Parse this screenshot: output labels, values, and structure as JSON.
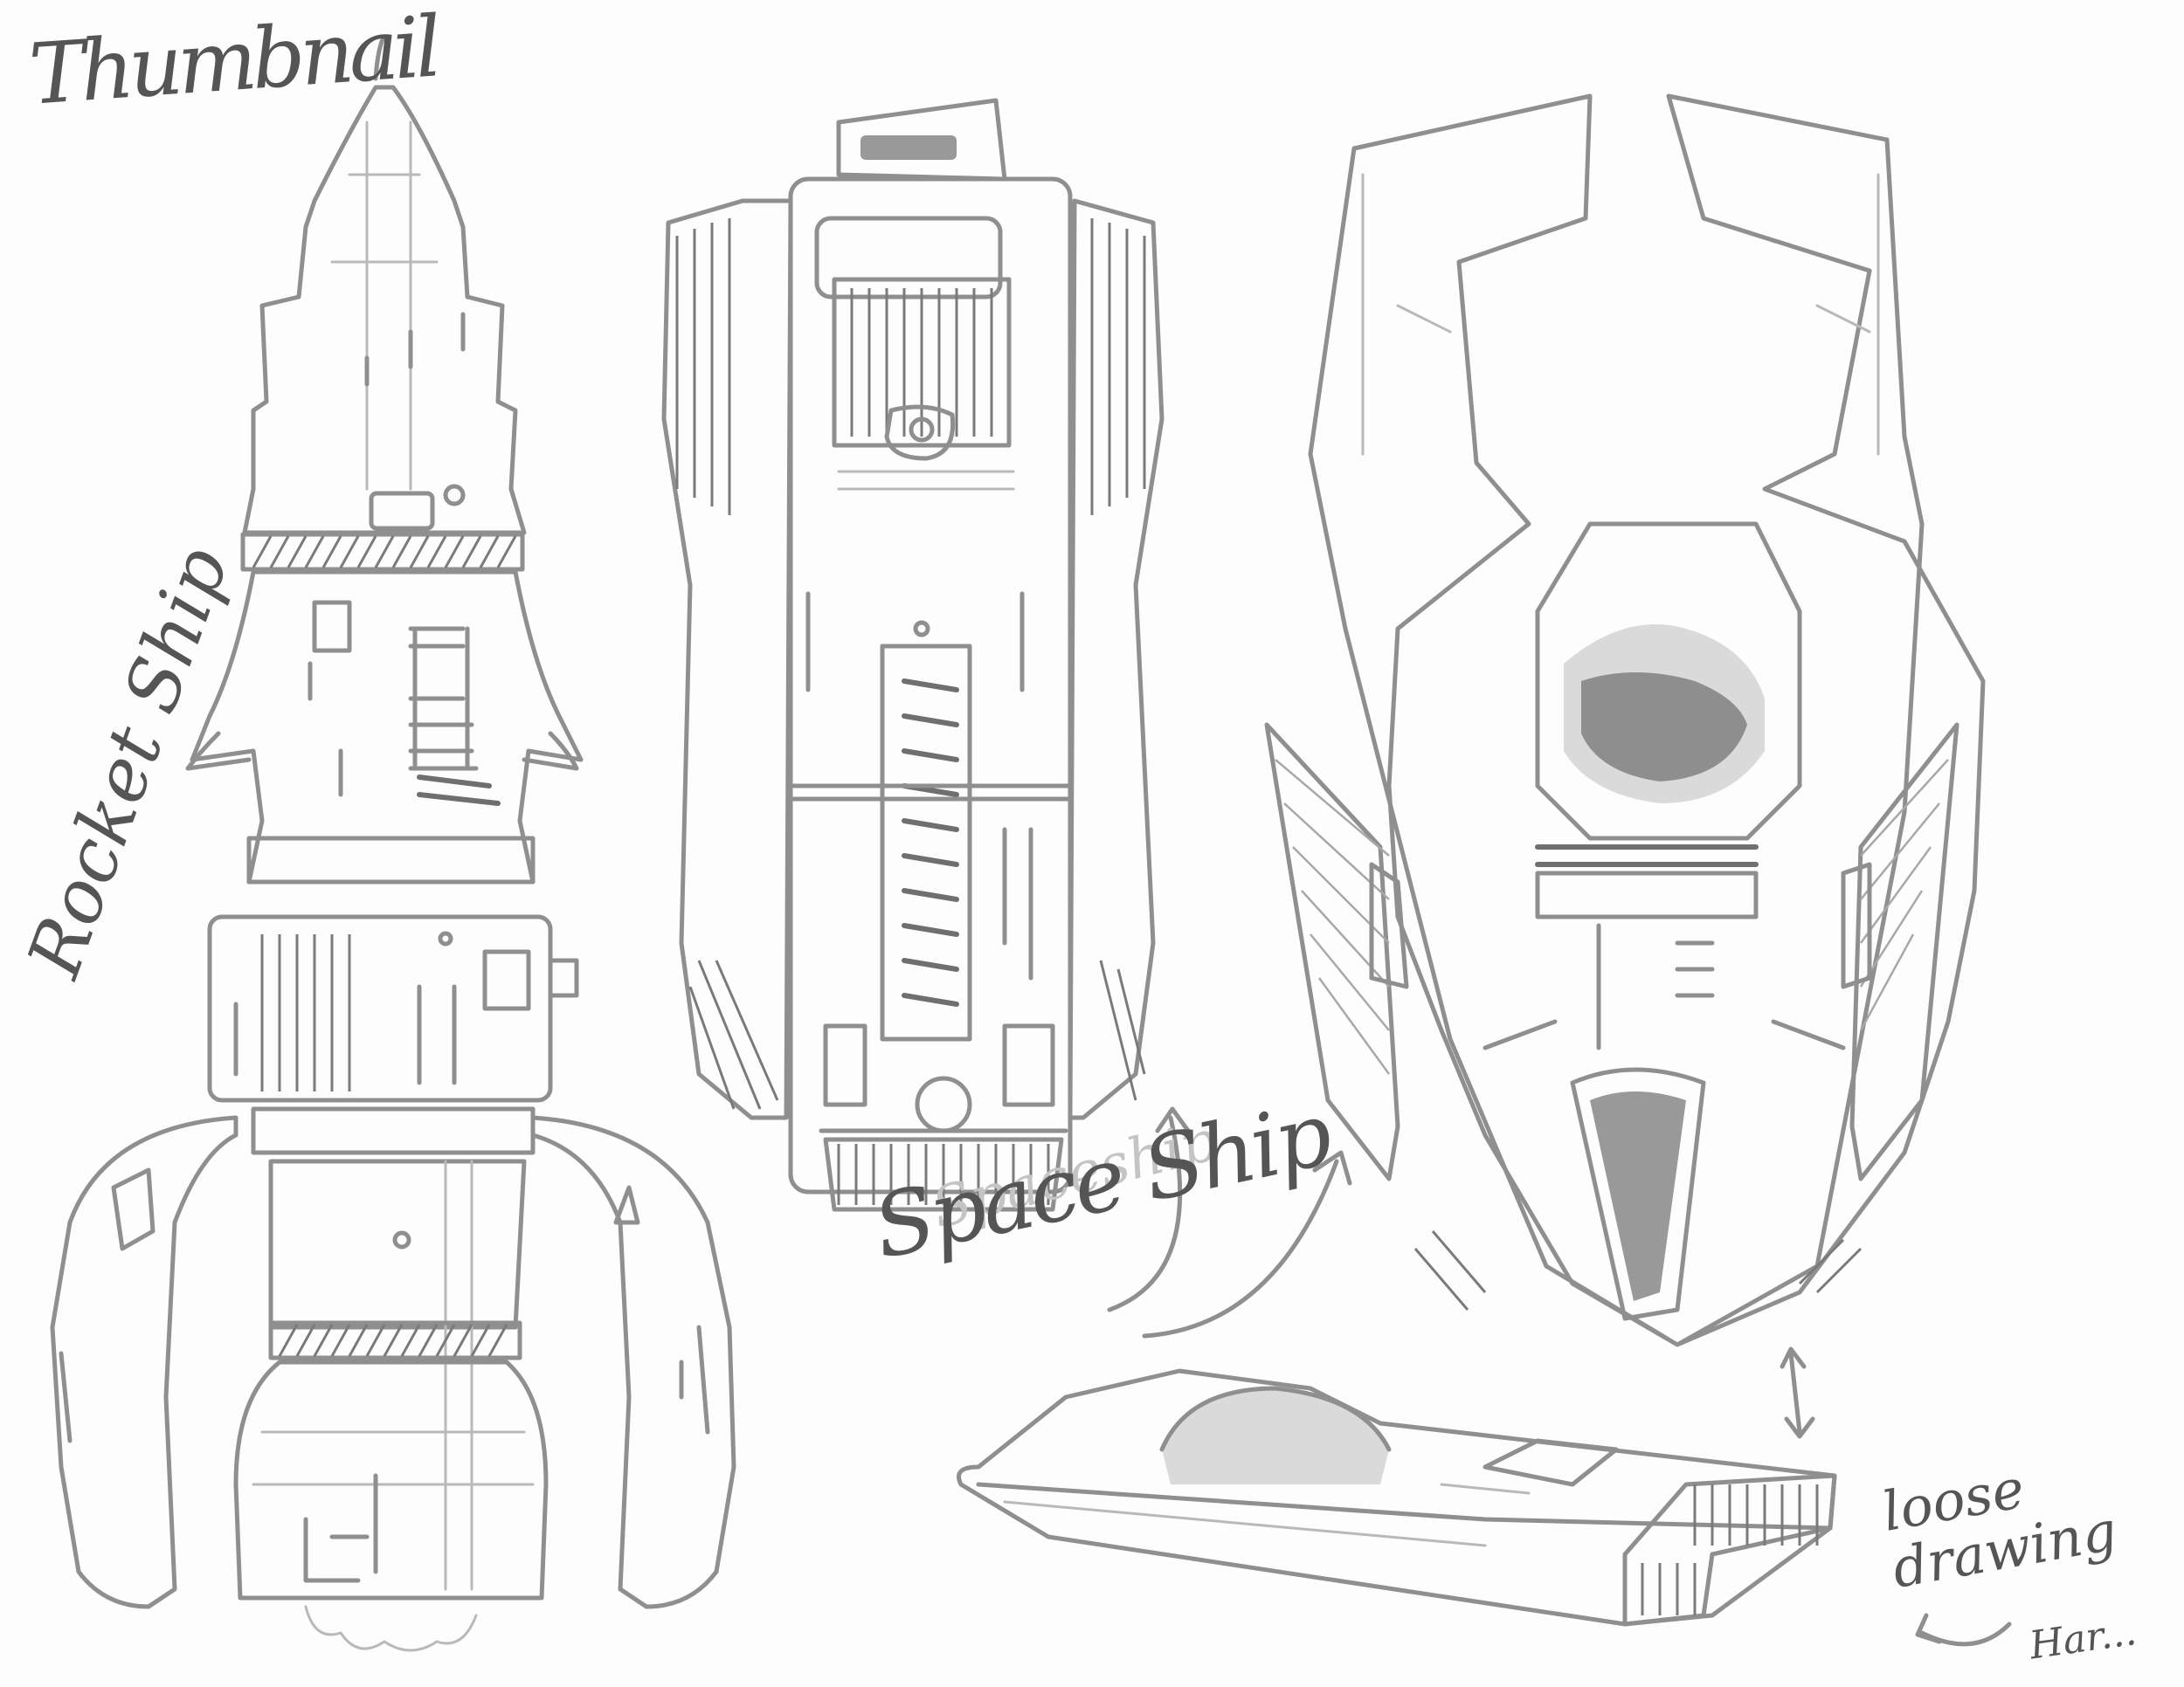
{
  "labels": {
    "thumbnail": "Thumbnail",
    "rocket_ship": "Rocket Ship",
    "spaceship": "Space Ship",
    "spaceship_faint": "Spaceship",
    "loose_drawing": "loose\ndrawing",
    "signature": "Har..."
  },
  "colors": {
    "paper": "#fdfdfd",
    "pencil": "#8f8f8f",
    "pencil_dark": "#6f6f6f"
  }
}
